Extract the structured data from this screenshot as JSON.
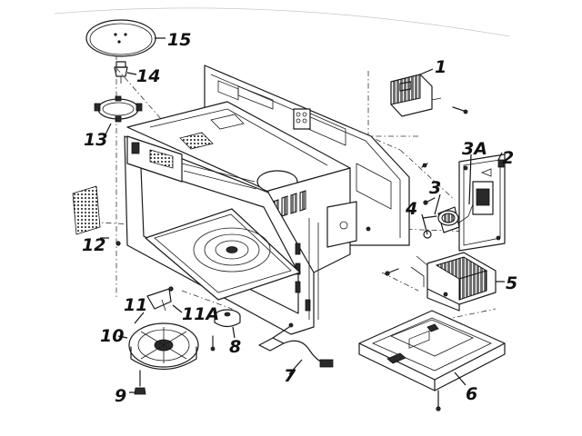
{
  "parts": [
    {
      "id": "p1",
      "label": "1"
    },
    {
      "id": "p2",
      "label": "2"
    },
    {
      "id": "p3",
      "label": "3"
    },
    {
      "id": "p3a",
      "label": "3A"
    },
    {
      "id": "p4",
      "label": "4"
    },
    {
      "id": "p5",
      "label": "5"
    },
    {
      "id": "p6",
      "label": "6"
    },
    {
      "id": "p7",
      "label": "7"
    },
    {
      "id": "p8",
      "label": "8"
    },
    {
      "id": "p9",
      "label": "9"
    },
    {
      "id": "p10",
      "label": "10"
    },
    {
      "id": "p11",
      "label": "11"
    },
    {
      "id": "p11a",
      "label": "11A"
    },
    {
      "id": "p12",
      "label": "12"
    },
    {
      "id": "p13",
      "label": "13"
    },
    {
      "id": "p14",
      "label": "14"
    },
    {
      "id": "p15",
      "label": "15"
    }
  ],
  "colors": {
    "ink": "#1a1a1a",
    "paper": "#ffffff"
  }
}
